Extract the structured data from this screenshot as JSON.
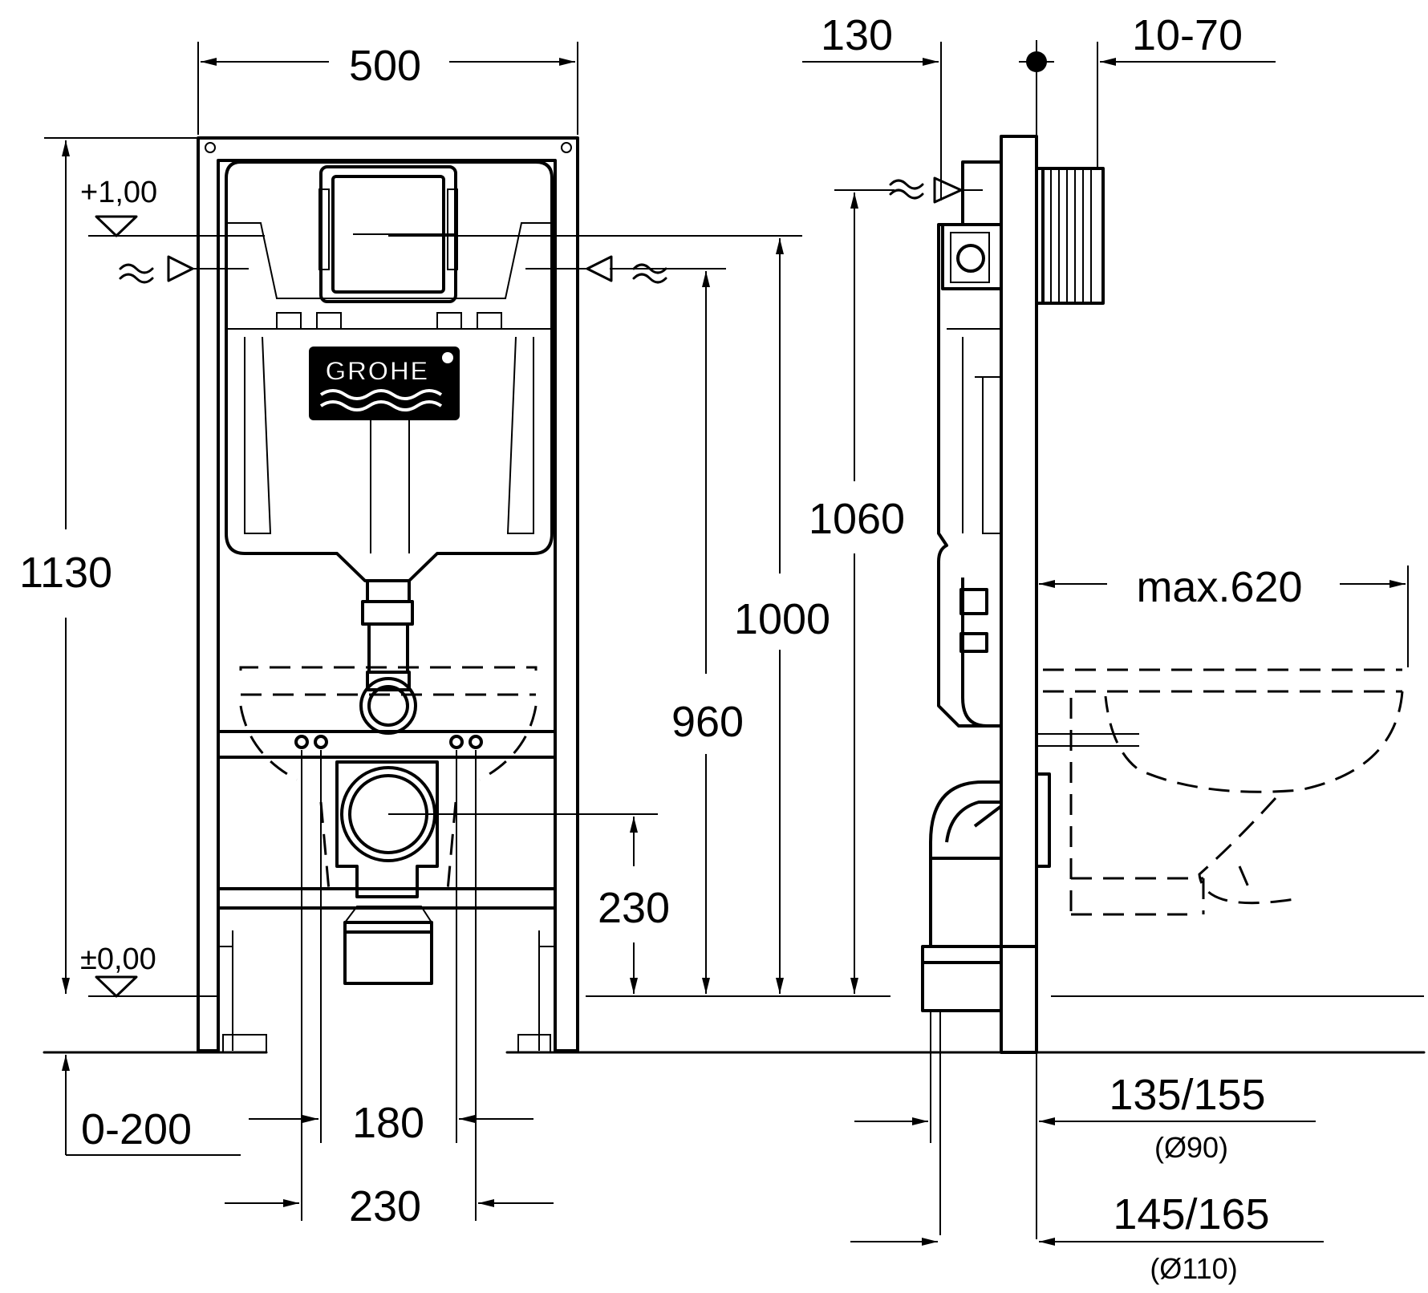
{
  "brand": "GROHE",
  "front_view": {
    "dimensions": {
      "width": "500",
      "height_total": "1130",
      "height_1060": "1060",
      "height_1000": "1000",
      "height_960": "960",
      "outlet_height": "230",
      "leg_adjust": "0-200",
      "fixing_180": "180",
      "fixing_230": "230"
    },
    "levels": {
      "reference": "+1,00",
      "floor": "±0,00"
    }
  },
  "side_view": {
    "dimensions": {
      "depth_130": "130",
      "button_10_70": "10-70",
      "max_projection": "max.620",
      "pipe_90": "135/155",
      "pipe_90_diameter": "(Ø90)",
      "pipe_110": "145/165",
      "pipe_110_diameter": "(Ø110)"
    }
  }
}
